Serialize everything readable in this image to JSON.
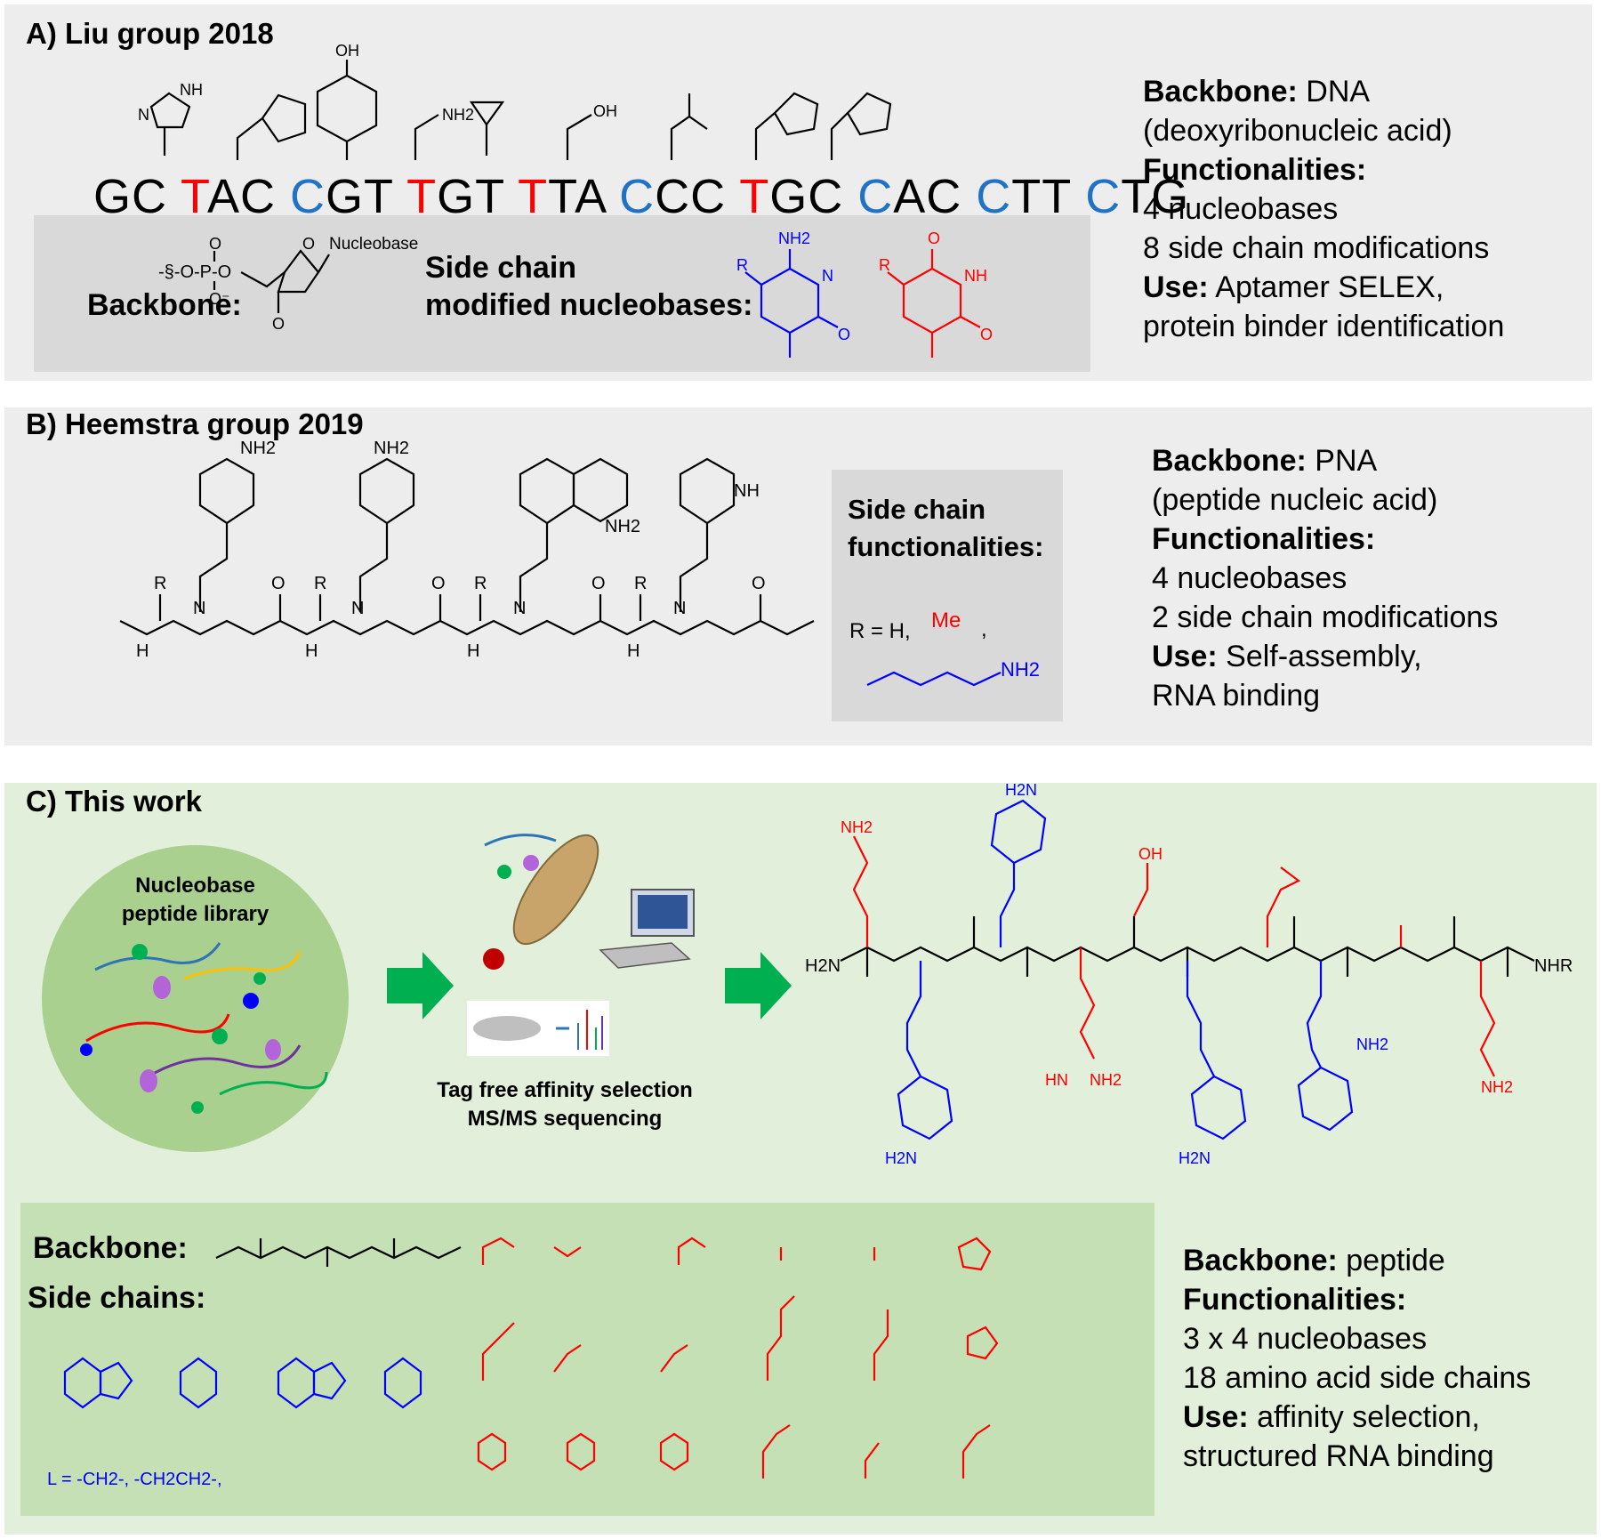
{
  "panel_a": {
    "title": "A) Liu group 2018",
    "sequence": [
      {
        "t": "GC ",
        "c": ""
      },
      {
        "t": "T",
        "c": "r"
      },
      {
        "t": "AC ",
        "c": ""
      },
      {
        "t": "C",
        "c": "b"
      },
      {
        "t": "GT ",
        "c": ""
      },
      {
        "t": "T",
        "c": "r"
      },
      {
        "t": "GT ",
        "c": ""
      },
      {
        "t": "T",
        "c": "r"
      },
      {
        "t": "TA ",
        "c": ""
      },
      {
        "t": "C",
        "c": "b"
      },
      {
        "t": "CC ",
        "c": ""
      },
      {
        "t": "T",
        "c": "r"
      },
      {
        "t": "GC ",
        "c": ""
      },
      {
        "t": "C",
        "c": "b"
      },
      {
        "t": "AC ",
        "c": ""
      },
      {
        "t": "C",
        "c": "b"
      },
      {
        "t": "TT ",
        "c": ""
      },
      {
        "t": "C",
        "c": "b"
      },
      {
        "t": "TG",
        "c": ""
      }
    ],
    "labels": {
      "nh": "NH",
      "n": "N",
      "oh": "OH",
      "nh2": "NH2",
      "backbone": "Backbone:",
      "side_chain_1": "Side chain",
      "side_chain_2": "modified nucleobases:",
      "nucleobase": "Nucleobase",
      "o": "O",
      "p": "P",
      "om": "O-",
      "r": "R"
    },
    "info": {
      "backbone_label": "Backbone:",
      "backbone_value": " DNA",
      "backbone_full": "(deoxyribonucleic acid)",
      "func_label": "Functionalities:",
      "func_1": "4 nucleobases",
      "func_2": "8 side chain modifications",
      "use_label": "Use:",
      "use_value": " Aptamer SELEX,",
      "use_2": "protein binder identification"
    }
  },
  "panel_b": {
    "title": "B) Heemstra group 2019",
    "side_box_1": "Side chain",
    "side_box_2": "functionalities:",
    "r_eq": "R = H,",
    "me": "Me",
    "comma": ",",
    "nh2": "NH2",
    "info": {
      "backbone_label": "Backbone:",
      "backbone_value": " PNA",
      "backbone_full": "(peptide nucleic acid)",
      "func_label": "Functionalities:",
      "func_1": "4 nucleobases",
      "func_2": "2 side chain modifications",
      "use_label": "Use:",
      "use_value": " Self-assembly,",
      "use_2": "RNA binding"
    }
  },
  "panel_c": {
    "title": "C) This work",
    "library_1": "Nucleobase",
    "library_2": "peptide library",
    "selection_1": "Tag free affinity selection",
    "selection_2": "MS/MS sequencing",
    "backbone_label": "Backbone:",
    "side_chains_label": "Side chains:",
    "linker": "L = -CH2-, -CH2CH2-,",
    "nhr": "NHR",
    "h2n": "H2N",
    "info": {
      "backbone_label": "Backbone:",
      "backbone_value": " peptide",
      "func_label": "Functionalities:",
      "func_1": "3 x 4 nucleobases",
      "func_2": "18 amino acid side chains",
      "use_label": "Use:",
      "use_value": " affinity selection,",
      "use_2": "structured RNA binding"
    }
  },
  "colors": {
    "panel_gray": "#ededed",
    "inner_gray": "#d9d9d9",
    "panel_green": "#e2efda",
    "inner_green": "#c5e0b4",
    "arrow_green": "#00b050",
    "nucleobase_blue": "#0000ff",
    "amino_red": "#ff0000"
  }
}
